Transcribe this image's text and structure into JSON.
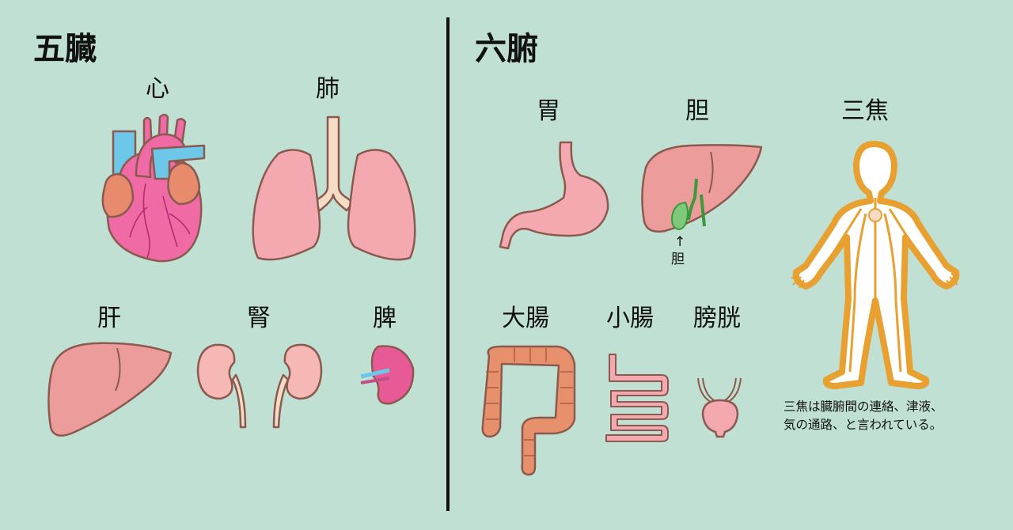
{
  "five_organs": {
    "title": "五臓",
    "heart": "心",
    "lungs": "肺",
    "liver": "肝",
    "kidney": "腎",
    "spleen": "脾"
  },
  "six_viscera": {
    "title": "六腑",
    "stomach": "胃",
    "gallbladder": "胆",
    "gallbladder_arrow": "↑",
    "gallbladder_pointer": "胆",
    "large_intestine": "大腸",
    "small_intestine": "小腸",
    "bladder": "膀胱",
    "triple_burner": "三焦",
    "note_line1": "三焦は臓腑間の連絡、津液、",
    "note_line2": "気の通路、と言われている。"
  },
  "colors": {
    "background": "#bfe0d3",
    "organ_pink": "#f4a9b0",
    "organ_outline": "#8b5a4e",
    "heart_pink": "#f06aa6",
    "vessel_blue": "#6cc7e8",
    "atrium_orange": "#e88a6c",
    "intestine_orange": "#e8906c",
    "gall_green": "#7fca7a",
    "meridian_gold": "#e8a030"
  }
}
